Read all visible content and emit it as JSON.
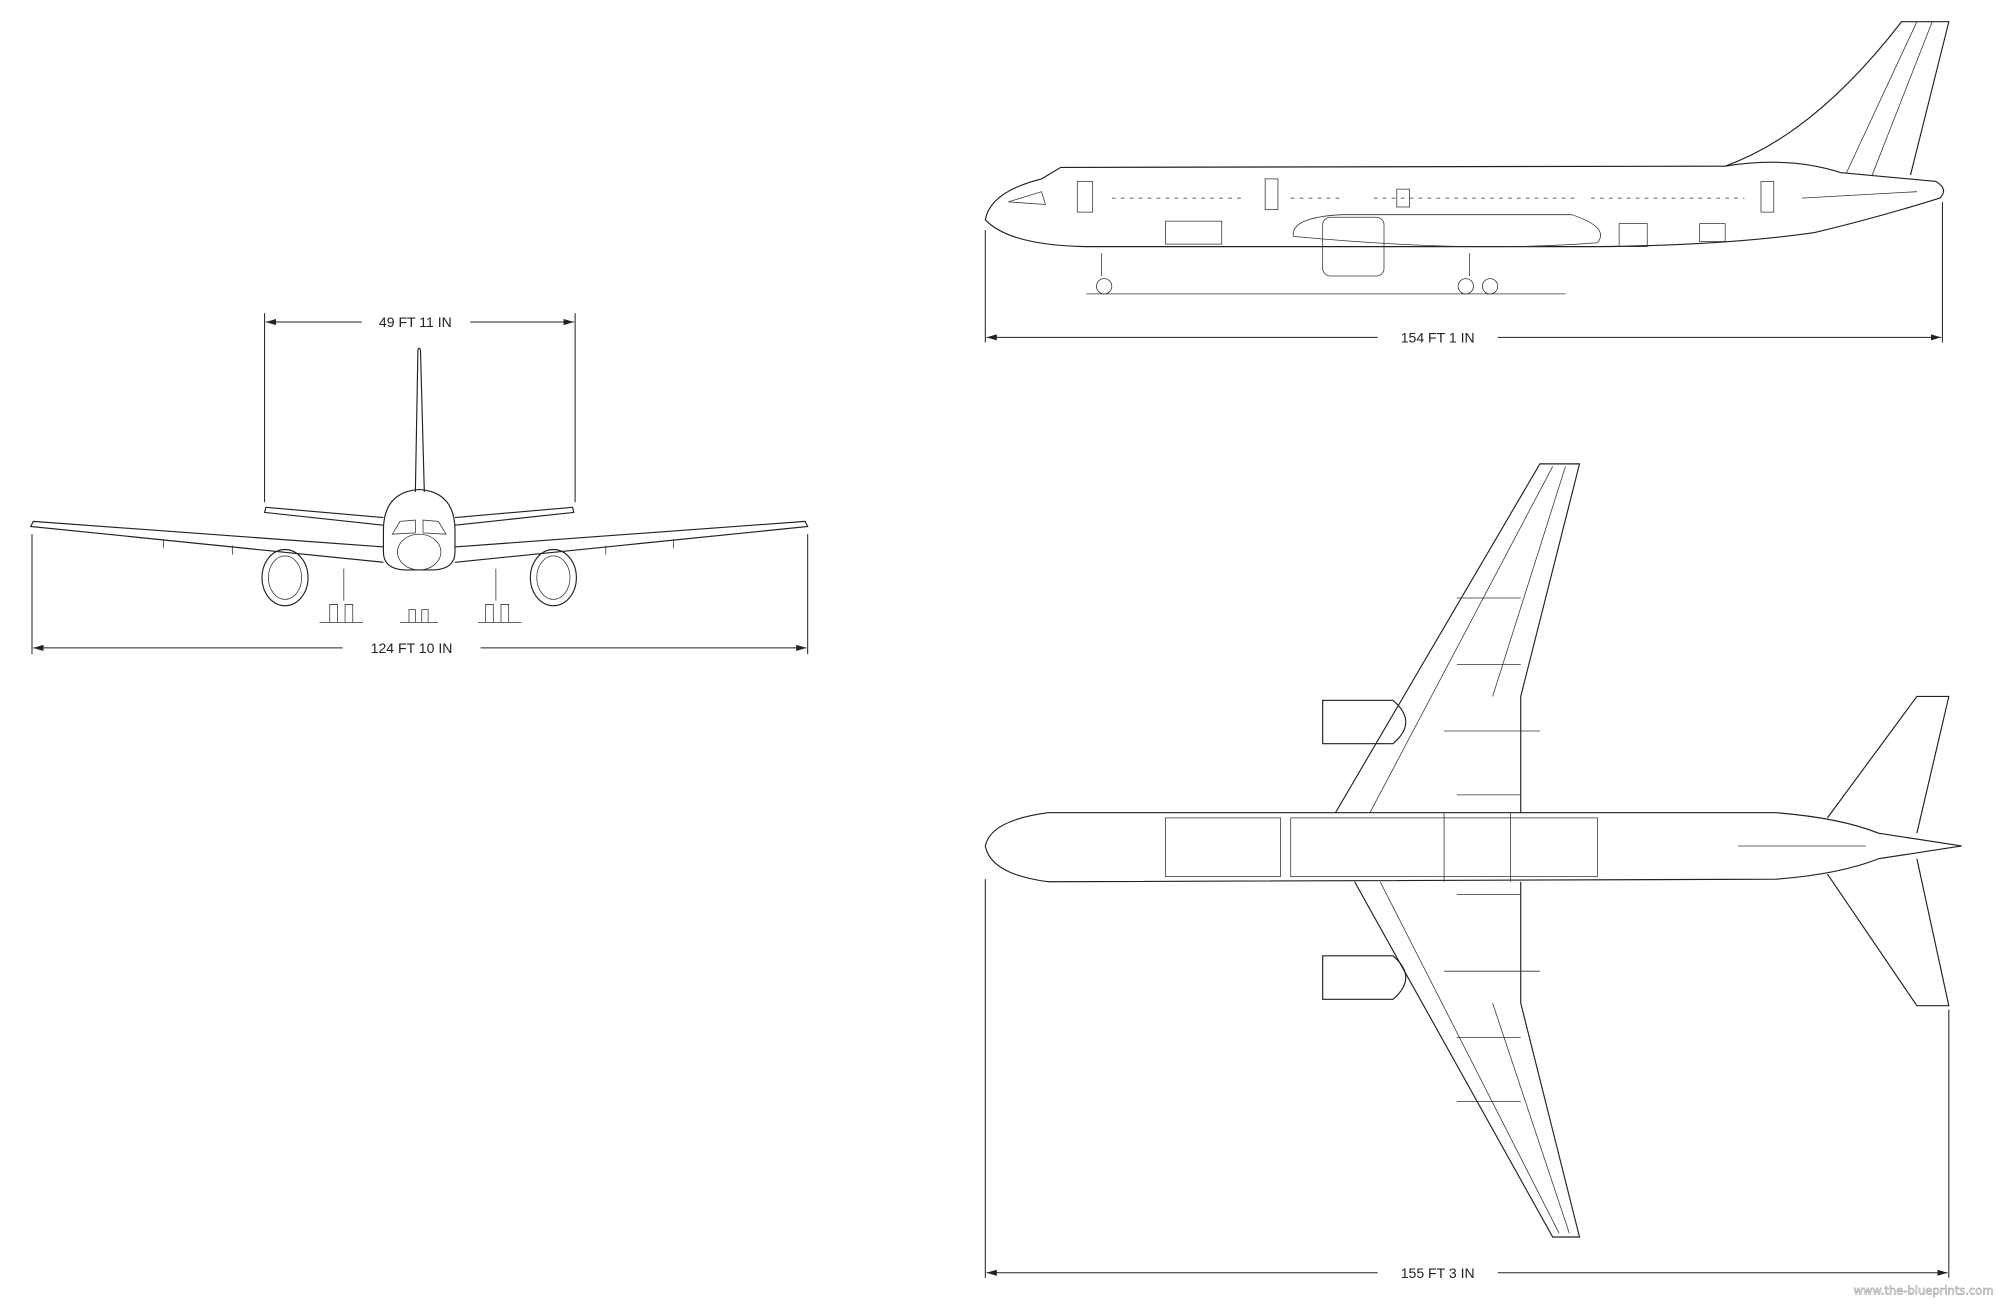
{
  "dimensions": {
    "front_tailplane_span": "49 FT 11 IN",
    "front_wingspan": "124 FT 10 IN",
    "side_length": "154 FT 1 IN",
    "top_length": "155 FT 3 IN"
  },
  "watermark": "www.the-blueprints.com",
  "colors": {
    "line": "#222222",
    "background": "#ffffff"
  }
}
